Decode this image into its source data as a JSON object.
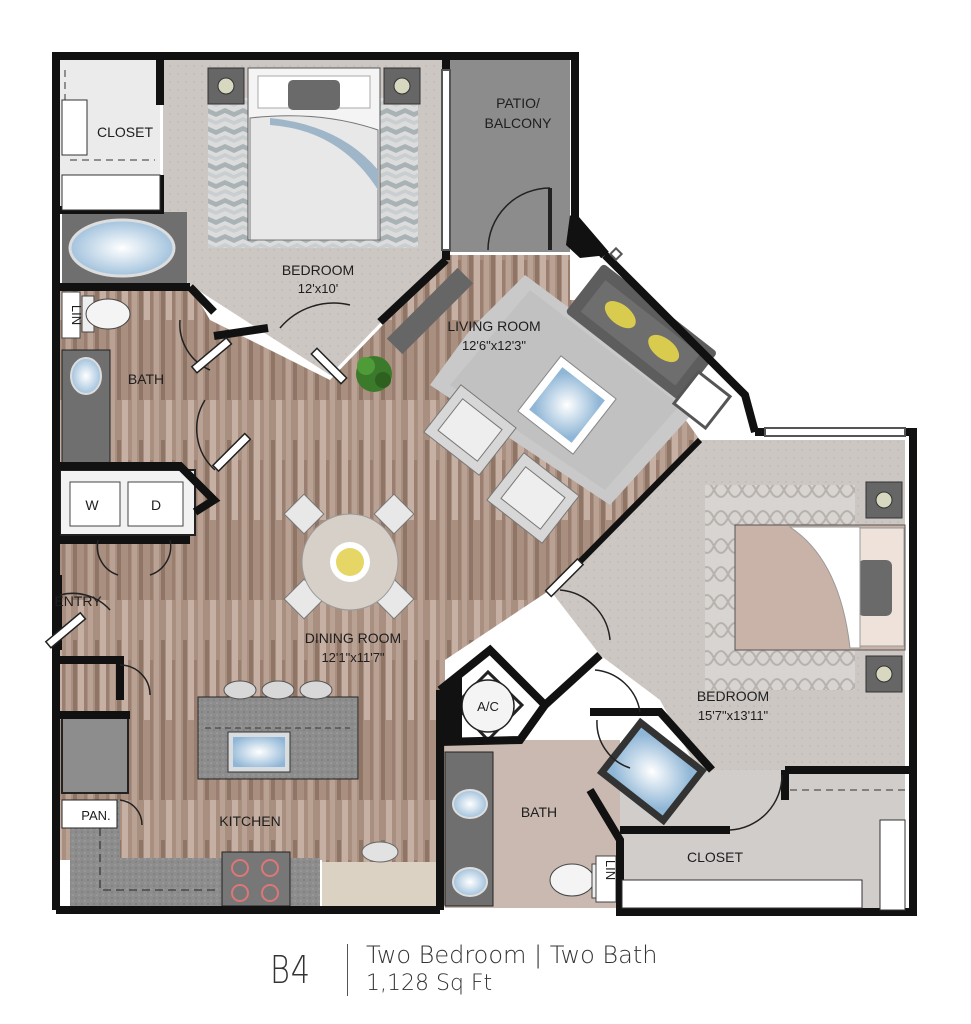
{
  "plan": {
    "code": "B4",
    "description": "Two Bedroom | Two Bath",
    "area": "1,128 Sq Ft"
  },
  "rooms": {
    "closet_top": "CLOSET",
    "bedroom_1": {
      "name": "BEDROOM",
      "dims": "12'x10'"
    },
    "patio_line1": "PATIO/",
    "patio_line2": "BALCONY",
    "living": {
      "name": "LIVING ROOM",
      "dims": "12'6\"x12'3\""
    },
    "bath_1": "BATH",
    "lin_1": "LIN",
    "washer": "W",
    "dryer": "D",
    "entry": "ENTRY",
    "dining": {
      "name": "DINING ROOM",
      "dims": "12'1\"x11'7\""
    },
    "bedroom_2": {
      "name": "BEDROOM",
      "dims": "15'7\"x13'11\""
    },
    "ac": "A/C",
    "pantry": "PAN.",
    "kitchen": "KITCHEN",
    "bath_2": "BATH",
    "lin_2": "LIN",
    "closet_bottom": "CLOSET"
  },
  "colors": {
    "wall": "#111111",
    "wood_floor": "#a58c7e",
    "carpet": "#cbc5c2",
    "tile": "#dcdcdc",
    "patio": "#8e8e8e",
    "counter": "#8a8a8a",
    "water": "#9fc3de"
  }
}
